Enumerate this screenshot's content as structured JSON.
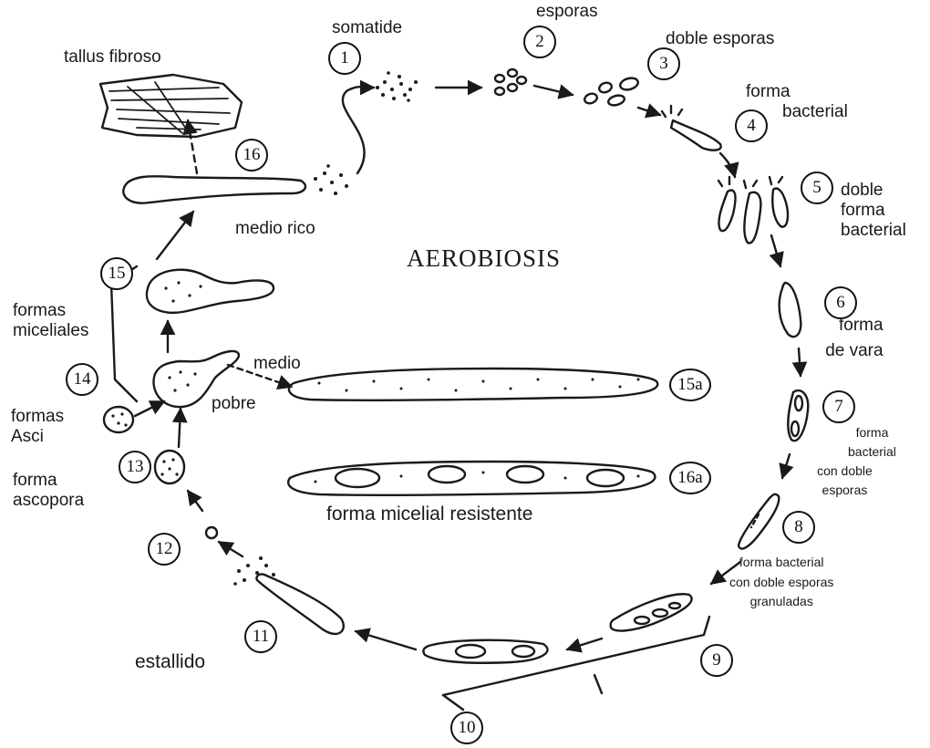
{
  "title": "AEROBIOSIS",
  "stage_numbers": [
    "1",
    "2",
    "3",
    "4",
    "5",
    "6",
    "7",
    "8",
    "9",
    "10",
    "11",
    "12",
    "13",
    "14",
    "15",
    "16",
    "15a",
    "16a"
  ],
  "labels": {
    "somatide": "somatide",
    "esporas": "esporas",
    "doble_esporas": "doble esporas",
    "forma_bacterial": [
      "forma",
      "bacterial"
    ],
    "doble_forma_bacterial": [
      "doble",
      "forma",
      "bacterial"
    ],
    "forma_de_vara": [
      "forma",
      "de vara"
    ],
    "forma_bacterial_doble_esporas": [
      "forma",
      "bacterial",
      "con doble",
      "esporas"
    ],
    "forma_bacterial_granuladas": [
      "forma bacterial",
      "con doble esporas",
      "granuladas"
    ],
    "estallido": "estallido",
    "forma_ascopora": [
      "forma",
      "ascopora"
    ],
    "formas_asci": [
      "formas",
      "Asci"
    ],
    "formas_miceliales": [
      "formas",
      "miceliales"
    ],
    "medio": "medio",
    "pobre": "pobre",
    "medio_rico": "medio rico",
    "tallus_fibroso": "tallus fibroso",
    "forma_micelial_resistente": "forma micelial resistente"
  },
  "colors": {
    "ink": "#1a1a1a",
    "paper": "#ffffff"
  }
}
